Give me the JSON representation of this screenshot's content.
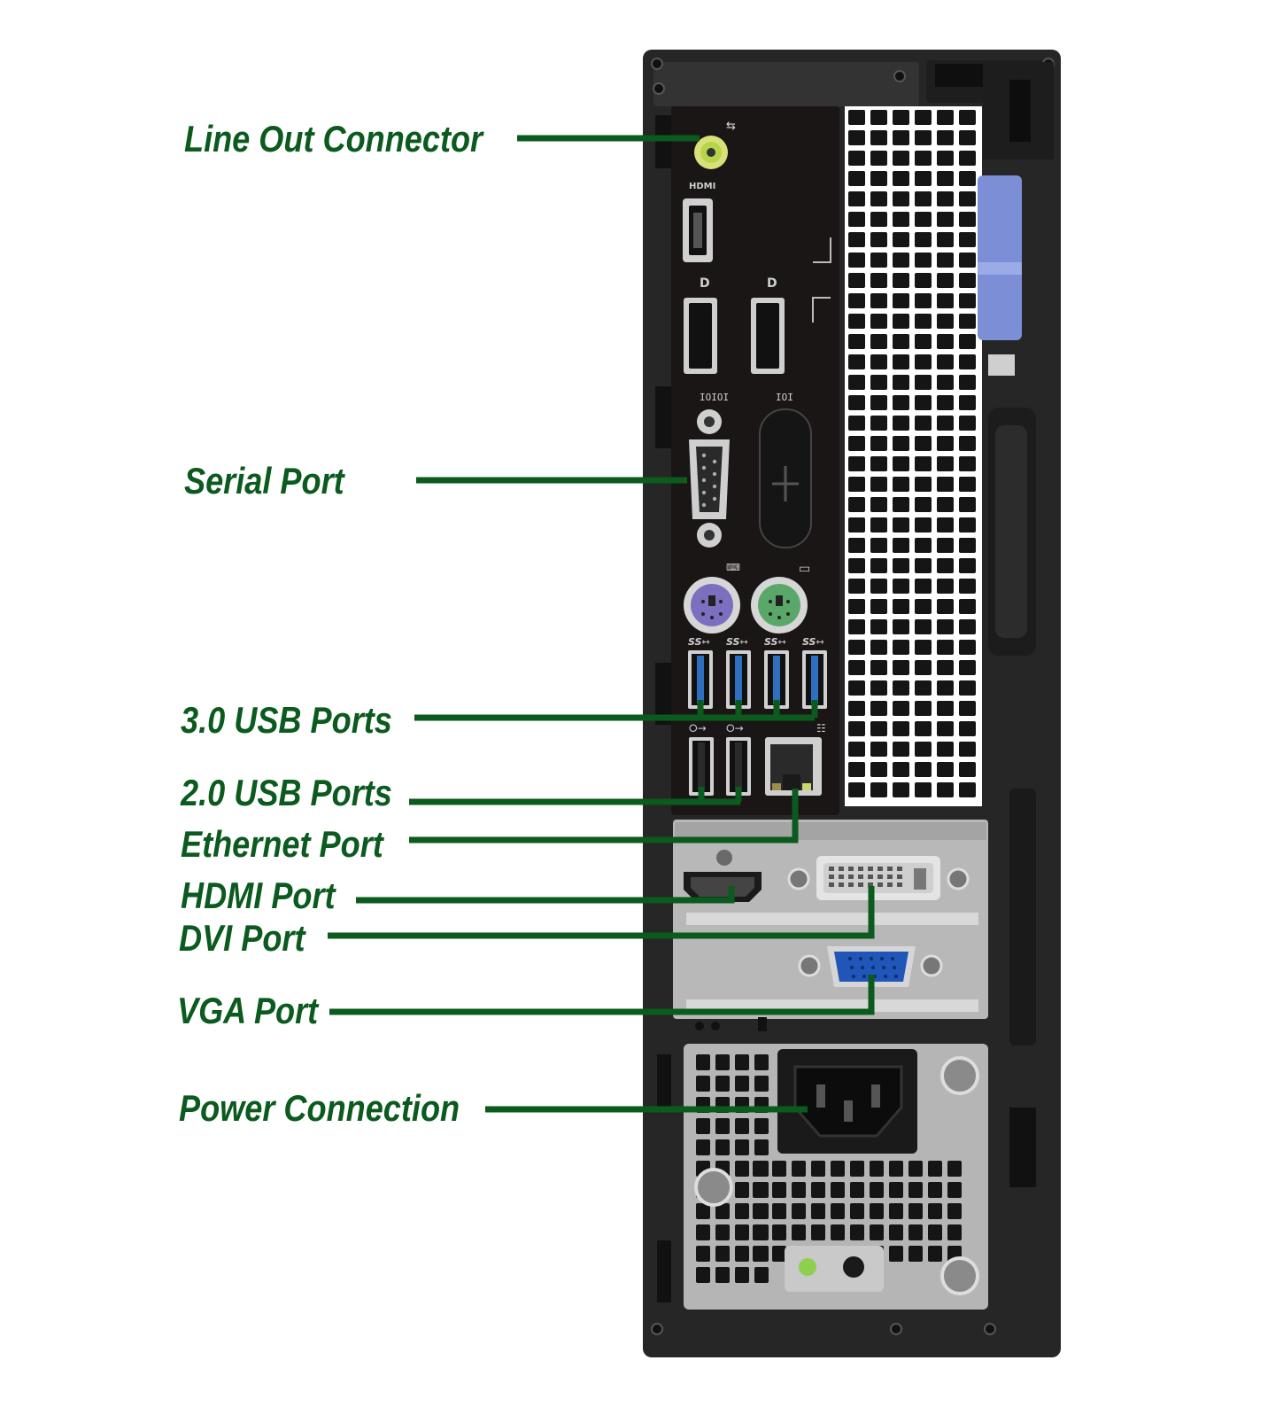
{
  "colors": {
    "label": "#0b5a1e",
    "leader": "#0b5a1e",
    "chassis": "#262626",
    "io_panel": "#1b1616",
    "metal": "#b4b4b4",
    "usb3_blue": "#2f6fc0",
    "ps2_keyboard": "#7d6fbf",
    "ps2_mouse": "#5aa76a",
    "vga_blue": "#2156b8",
    "release_tab": "#7c8fd6",
    "line_out_green": "#b7d54a"
  },
  "icons": [
    "audio-line-out-icon",
    "hdmi-icon",
    "displayport-icon",
    "serial-icon",
    "keyboard-icon",
    "mouse-icon",
    "usb-superspeed-icon",
    "usb-icon",
    "network-icon"
  ],
  "callouts": [
    {
      "id": "line-out",
      "label": "Line Out Connector"
    },
    {
      "id": "serial",
      "label": "Serial Port"
    },
    {
      "id": "usb3",
      "label": "3.0 USB Ports"
    },
    {
      "id": "usb2",
      "label": "2.0 USB Ports"
    },
    {
      "id": "ethernet",
      "label": "Ethernet Port"
    },
    {
      "id": "hdmi",
      "label": "HDMI Port"
    },
    {
      "id": "dvi",
      "label": "DVI Port"
    },
    {
      "id": "vga",
      "label": "VGA Port"
    },
    {
      "id": "power",
      "label": "Power Connection"
    }
  ]
}
